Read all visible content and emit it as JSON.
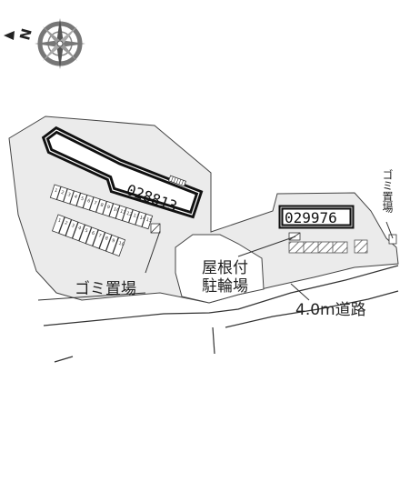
{
  "compass": {
    "north_letter": "N",
    "icon": "compass-rose-icon"
  },
  "buildings": {
    "main": {
      "label": "028813"
    },
    "second": {
      "label": "029976"
    }
  },
  "labels": {
    "garbage_left": "ゴミ置場",
    "garbage_right": "ゴミ置場",
    "bicycle_line1": "屋根付",
    "bicycle_line2": "駐輪場",
    "road": "4.0m道路"
  },
  "parking": {
    "upper_row": [
      "1",
      "2",
      "3",
      "4",
      "5",
      "6",
      "7",
      "8",
      "9",
      "10",
      "11",
      "12",
      "13",
      "14",
      "15"
    ],
    "lower_row": [
      "1",
      "2",
      "3",
      "4",
      "5",
      "6",
      "7",
      "8",
      "9",
      "10"
    ]
  },
  "colors": {
    "land": "#ebebeb",
    "line": "#333333",
    "building": "#111111"
  }
}
